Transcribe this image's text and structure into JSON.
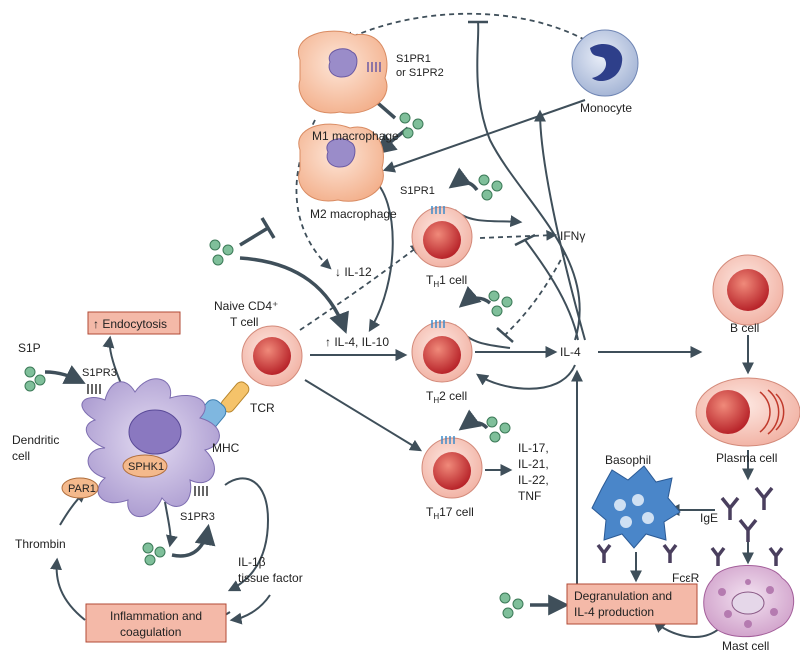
{
  "labels": {
    "s1p": "S1P",
    "s1pr3_top": "S1PR3",
    "dendritic_cell": [
      "Dendritic",
      "cell"
    ],
    "par1": "PAR1",
    "sphk1": "SPHK1",
    "s1pr3_bottom": "S1PR3",
    "thrombin": "Thrombin",
    "il1b": [
      "IL-1β",
      "tissue factor"
    ],
    "endocytosis": "↑ Endocytosis",
    "inflammation": [
      "Inflammation and",
      "coagulation"
    ],
    "mhc": "MHC",
    "tcr": "TCR",
    "naive_cd4": [
      "Naive CD4⁺",
      "T cell"
    ],
    "m1_macrophage": "M1 macrophage",
    "m2_macrophage": "M2 macrophage",
    "s1pr1_or_s1pr2": [
      "S1PR1",
      "or S1PR2"
    ],
    "monocyte": "Monocyte",
    "il12": "↓ IL-12",
    "il4_il10": "↑ IL-4, IL-10",
    "s1pr1": "S1PR1",
    "ifng": "IFNγ",
    "th1": "T",
    "th1_sub": "H",
    "th1_rest": "1 cell",
    "th2": "T",
    "th2_sub": "H",
    "th2_rest": "2 cell",
    "th17": "T",
    "th17_sub": "H",
    "th17_rest": "17 cell",
    "il4": "IL-4",
    "th17_cytokines": [
      "IL-17,",
      "IL-21,",
      "IL-22,",
      "TNF"
    ],
    "b_cell": "B cell",
    "plasma_cell": "Plasma cell",
    "basophil": "Basophil",
    "ige": "IgE",
    "fcer": "FcεR",
    "degranulation": [
      "Degranulation and",
      "IL-4 production"
    ],
    "mast_cell": "Mast cell"
  }
}
